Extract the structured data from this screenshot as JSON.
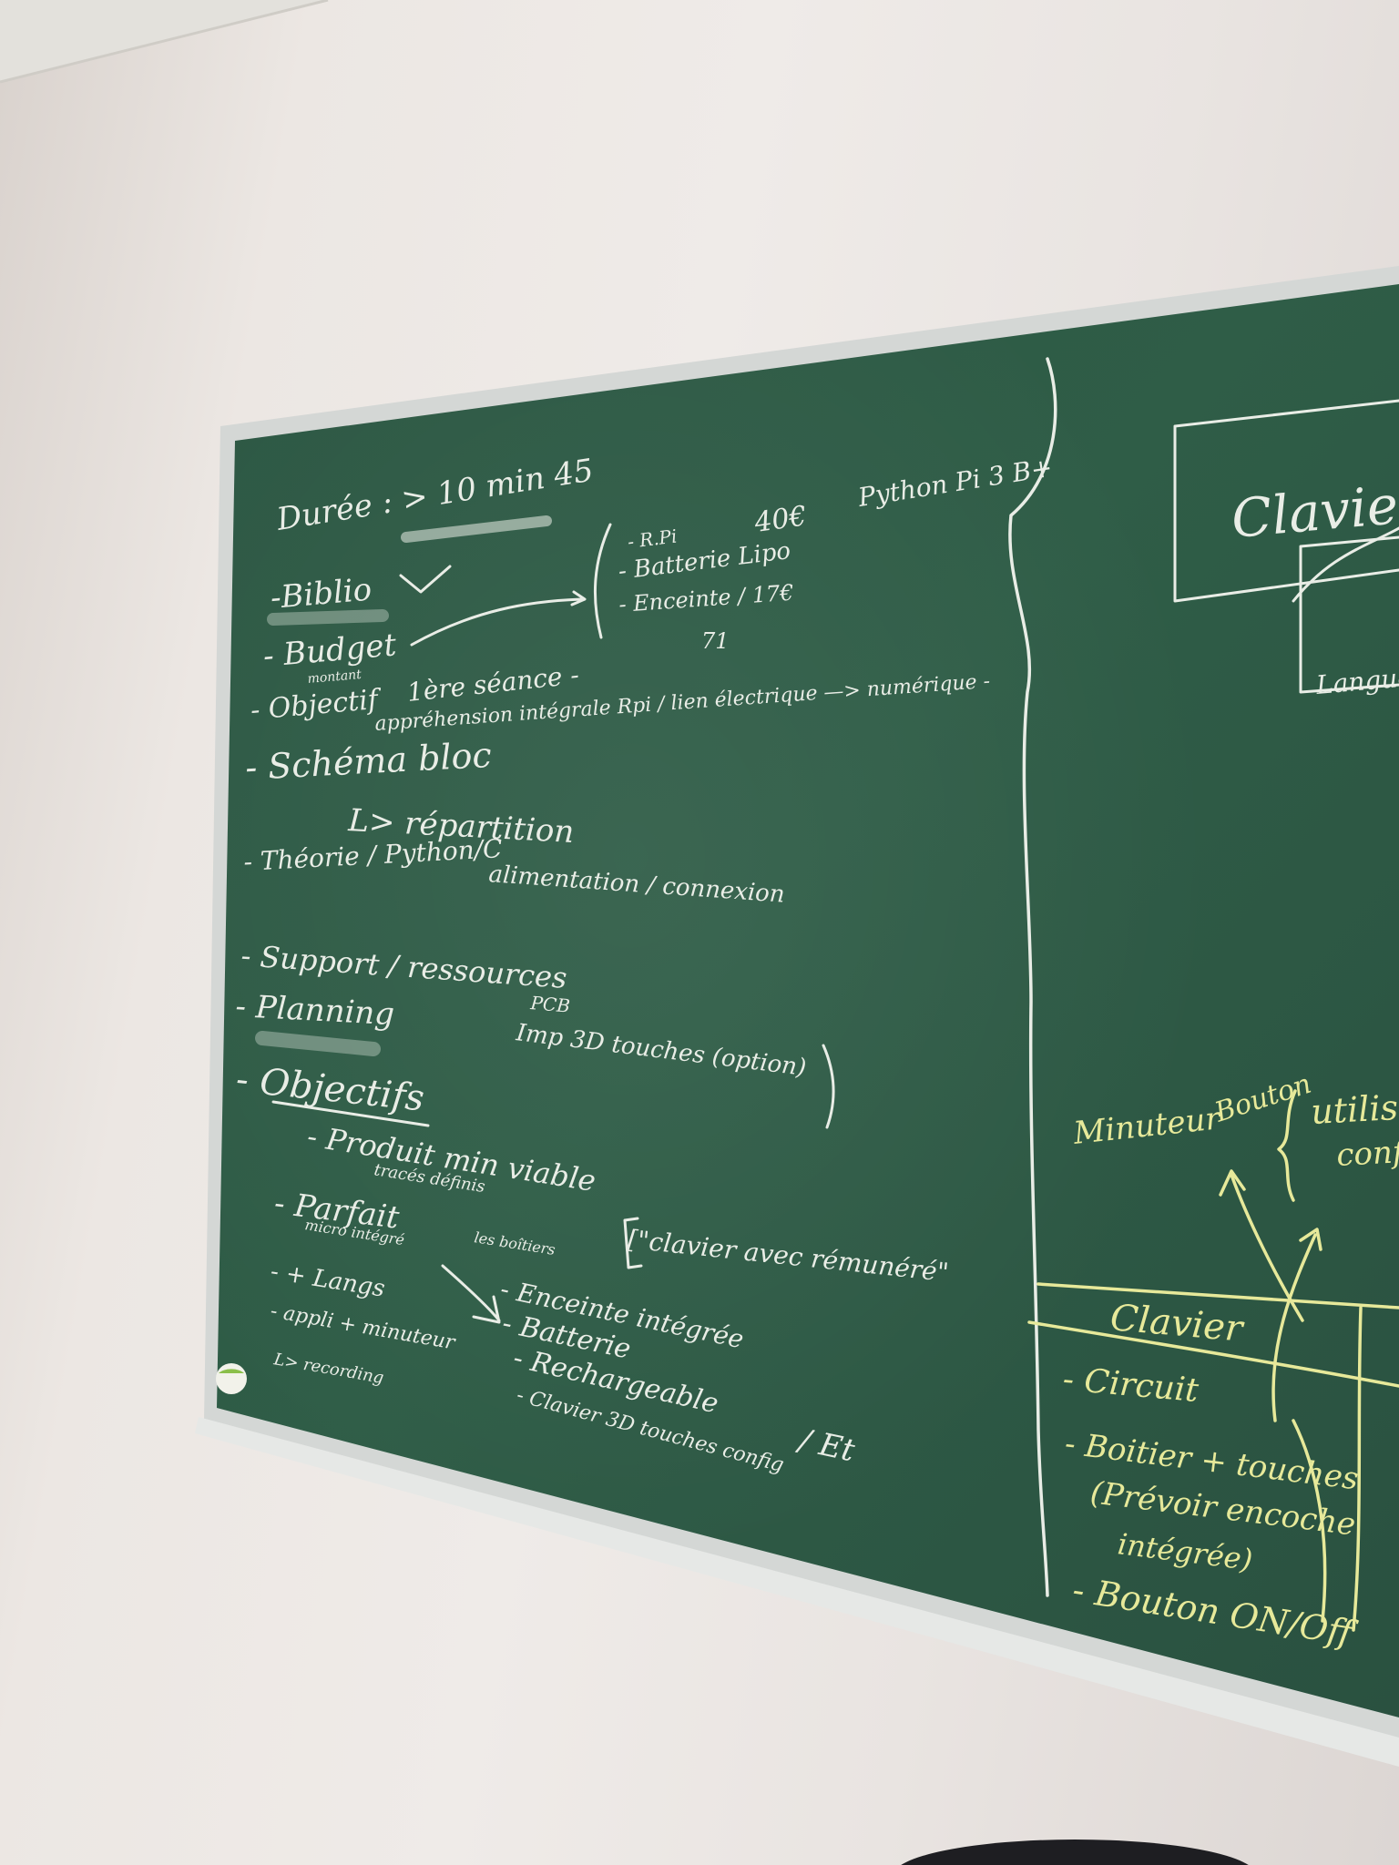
{
  "colors": {
    "wall": "#ece7e3",
    "board": "#2f5a45",
    "frame": "#d8dbd8",
    "chalk_white": "#e9ede6",
    "chalk_yellow": "#e7e99a"
  },
  "board": {
    "left_notes": {
      "duration": "Durée : > 10 min 45",
      "biblio": "-Biblio",
      "budget": "- Budget",
      "montant": "montant",
      "objectif": "- Objectif",
      "seance": "1ère séance -",
      "objectif_detail": "appréhension intégrale Rpi / lien électrique —> numérique -",
      "schema": "- Schéma bloc",
      "repartition": "L> répartition",
      "theorie": "- Théorie / Python/C",
      "alimentation": "alimentation / connexion",
      "support": "- Support / ressources",
      "planning": "- Planning",
      "pcb": "PCB",
      "imp3d": "Imp 3D touches (option)",
      "objectifs": "- Objectifs",
      "produit": "- Produit min viable",
      "traces": "tracés définis",
      "parfait": "- Parfait",
      "les_boitiers": "les boîtiers",
      "micro": "micro intégré",
      "quote": "[\"clavier avec rémunéré\"",
      "enceinte": "- Enceinte intégrée",
      "batterie": "- Batterie",
      "recharge": "- Rechargeable",
      "et": "/ Et",
      "clavier3d": "- Clavier 3D touches config",
      "langs": "- + Langs",
      "appli": "- appli + minuteur",
      "recording": "L> recording"
    },
    "budget_list": {
      "rpi": "- R.Pi",
      "batterie": "- Batterie Lipo",
      "enceinte": "- Enceinte / 17€",
      "total": "71",
      "price": "40€",
      "python": "Python Pi 3 B+"
    },
    "right_panel": {
      "box_title": "Clavier",
      "box_sub": "Langue",
      "minuteur": "Minuteur",
      "bouton": "Bouton",
      "utilisation": "utilisation",
      "config": "config",
      "table_header": "Clavier",
      "items": [
        "- Circuit",
        "- Boitier + touches",
        "(Prévoir encoche",
        "intégrée)",
        "- Bouton ON/Off"
      ]
    }
  }
}
